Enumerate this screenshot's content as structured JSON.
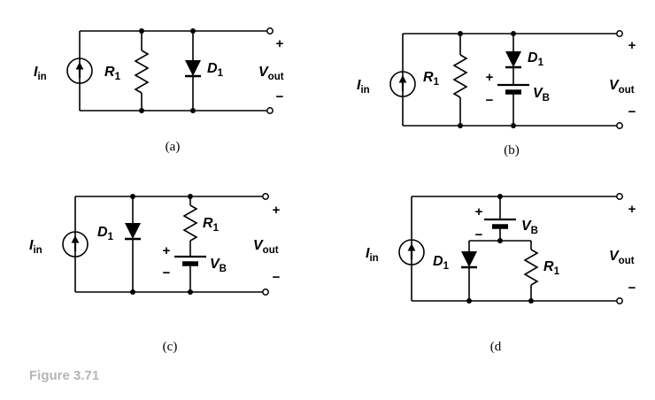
{
  "figure": {
    "caption": "Figure 3.71"
  },
  "circuits": {
    "a": {
      "caption": "(a)",
      "source": {
        "base": "I",
        "sub": "in"
      },
      "resistor": {
        "base": "R",
        "sub": "1"
      },
      "diode": {
        "base": "D",
        "sub": "1"
      },
      "output": {
        "base": "V",
        "sub": "out",
        "plus": "+",
        "minus": "−"
      }
    },
    "b": {
      "caption": "(b)",
      "source": {
        "base": "I",
        "sub": "in"
      },
      "resistor": {
        "base": "R",
        "sub": "1"
      },
      "diode": {
        "base": "D",
        "sub": "1"
      },
      "battery": {
        "base": "V",
        "sub": "B",
        "plus": "+",
        "minus": "−"
      },
      "output": {
        "base": "V",
        "sub": "out",
        "plus": "+",
        "minus": "−"
      }
    },
    "c": {
      "caption": "(c)",
      "source": {
        "base": "I",
        "sub": "in"
      },
      "resistor": {
        "base": "R",
        "sub": "1"
      },
      "diode": {
        "base": "D",
        "sub": "1"
      },
      "battery": {
        "base": "V",
        "sub": "B",
        "plus": "+",
        "minus": "−"
      },
      "output": {
        "base": "V",
        "sub": "out",
        "plus": "+",
        "minus": "−"
      }
    },
    "d": {
      "caption": "(d",
      "source": {
        "base": "I",
        "sub": "in"
      },
      "resistor": {
        "base": "R",
        "sub": "1"
      },
      "diode": {
        "base": "D",
        "sub": "1"
      },
      "battery": {
        "base": "V",
        "sub": "B",
        "plus": "+",
        "minus": "−"
      },
      "output": {
        "base": "V",
        "sub": "out",
        "plus": "+",
        "minus": "−"
      }
    }
  }
}
